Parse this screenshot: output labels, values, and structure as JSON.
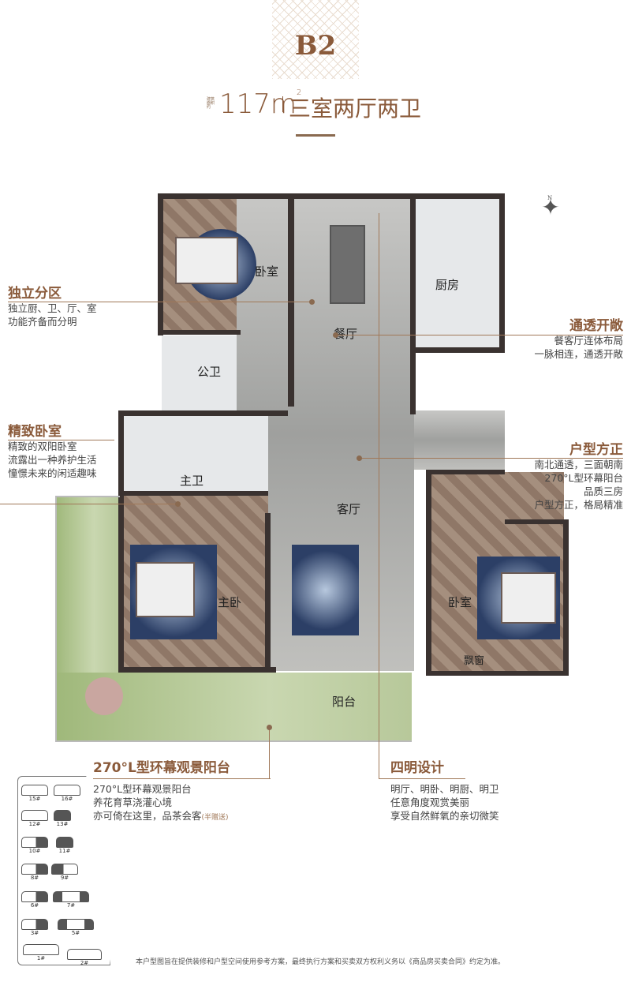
{
  "header": {
    "unit": "B2",
    "area_note": "建筑面积约",
    "area": "117m",
    "area_unit_sup": "2",
    "layout": "三室两厅两卫"
  },
  "compass": {
    "north": "N"
  },
  "rooms": {
    "bedroom_nw": "卧室",
    "dining": "餐厅",
    "kitchen": "厨房",
    "public_bath": "公卫",
    "master_bath": "主卫",
    "living": "客厅",
    "master_bedroom": "主卧",
    "bedroom_se": "卧室",
    "bay_window": "飘窗",
    "balcony": "阳台"
  },
  "callouts": [
    {
      "title": "独立分区",
      "lines": [
        "独立厨、卫、厅、室",
        "功能齐备而分明"
      ]
    },
    {
      "title": "精致卧室",
      "lines": [
        "精致的双阳卧室",
        "流露出一种养护生活",
        "憧憬未来的闲适趣味"
      ]
    },
    {
      "title": "通透开敞",
      "lines": [
        "餐客厅连体布局",
        "一脉相连，通透开敞"
      ]
    },
    {
      "title": "户型方正",
      "lines": [
        "南北通透，三面朝南",
        "270°L型环幕阳台",
        "品质三房",
        "户型方正，格局精准"
      ]
    },
    {
      "title": "270°L型环幕观景阳台",
      "lines": [
        "270°L型环幕观景阳台",
        "养花育草浇灌心境",
        "亦可倚在这里，品茶会客"
      ],
      "note": "(半赠送)"
    },
    {
      "title": "四明设计",
      "lines": [
        "明厅、明卧、明厨、明卫",
        "任意角度观赏美丽",
        "享受自然鲜氧的亲切微笑"
      ]
    }
  ],
  "site_plan": {
    "buildings": [
      {
        "label": "15#",
        "hl": false
      },
      {
        "label": "16#",
        "hl": false
      },
      {
        "label": "12#",
        "hl": false
      },
      {
        "label": "13#",
        "hl": true
      },
      {
        "label": "10#",
        "hl": true
      },
      {
        "label": "11#",
        "hl": true
      },
      {
        "label": "8#",
        "hl": true
      },
      {
        "label": "9#",
        "hl": true
      },
      {
        "label": "6#",
        "hl": true
      },
      {
        "label": "7#",
        "hl": true
      },
      {
        "label": "3#",
        "hl": true
      },
      {
        "label": "5#",
        "hl": true
      },
      {
        "label": "1#",
        "hl": false
      },
      {
        "label": "2#",
        "hl": false
      }
    ]
  },
  "disclaimer": "本户型图旨在提供装修和户型空间使用参考方案，最终执行方案和买卖双方权利义务以《商品房买卖合同》约定为准。"
}
